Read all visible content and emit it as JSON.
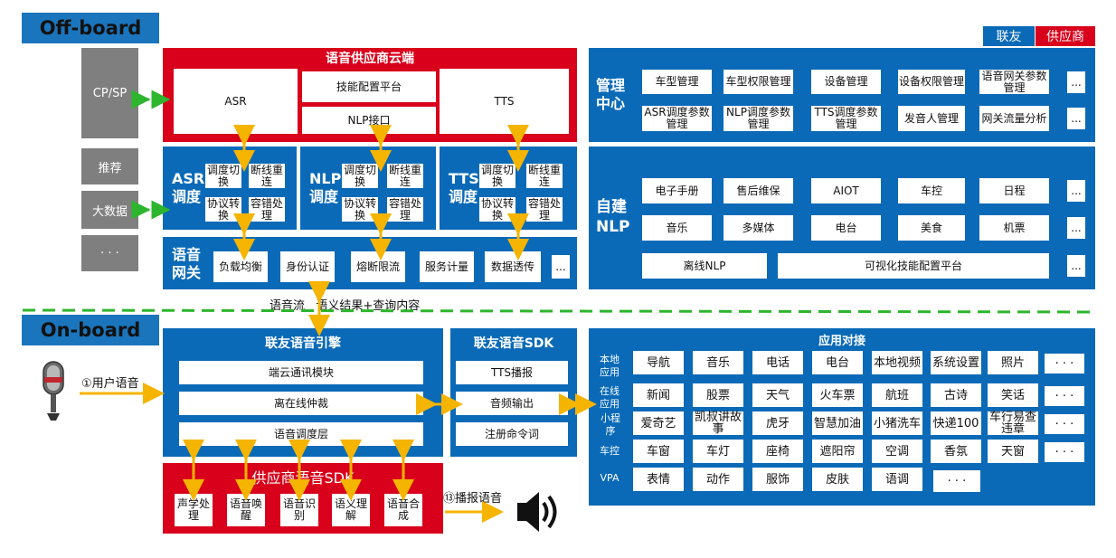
{
  "tags": {
    "offboard": "Off-board",
    "onboard": "On-board"
  },
  "legend": {
    "lianyou": "联友",
    "supplier": "供应商"
  },
  "left": {
    "cpsp": "CP/SP",
    "tuijian": "推荐",
    "dashuju": "大数据",
    "more": "· · ·"
  },
  "cloud": {
    "title": "语音供应商云端",
    "asr": "ASR",
    "skill": "技能配置平台",
    "nlpif": "NLP接口",
    "tts": "TTS"
  },
  "sched": {
    "asr": "ASR调度",
    "nlp": "NLP调度",
    "tts": "TTS调度",
    "a": "调度切换",
    "b": "断线重连",
    "c": "协议转换",
    "d": "容错处理"
  },
  "gateway": {
    "title": "语音网关",
    "items": [
      "负载均衡",
      "身份认证",
      "熔断限流",
      "服务计量",
      "数据透传",
      "..."
    ]
  },
  "mgmt": {
    "title": "管理中心",
    "row1": [
      "车型管理",
      "车型权限管理",
      "设备管理",
      "设备权限管理",
      "语音网关参数管理",
      "..."
    ],
    "row2": [
      "ASR调度参数管理",
      "NLP调度参数管理",
      "TTS调度参数管理",
      "发音人管理",
      "网关流量分析",
      "..."
    ]
  },
  "selfnlp": {
    "title": "自建NLP",
    "row1": [
      "电子手册",
      "售后维保",
      "AIOT",
      "车控",
      "日程",
      "..."
    ],
    "row2": [
      "音乐",
      "多媒体",
      "电台",
      "美食",
      "机票",
      "..."
    ],
    "row3": [
      "离线NLP",
      "可视化技能配置平台",
      "..."
    ]
  },
  "flow": {
    "text": "语音流   语义结果+查询内容"
  },
  "engine": {
    "title": "联友语音引擎",
    "items": [
      "端云通讯模块",
      "离在线仲裁",
      "语音调度层"
    ]
  },
  "sdk": {
    "title": "联友语音SDK",
    "items": [
      "TTS播报",
      "音频输出",
      "注册命令词"
    ]
  },
  "user": {
    "label": "①用户语音"
  },
  "supsdk": {
    "title": "供应商语音SDK",
    "items": [
      "声学处理",
      "语音唤醒",
      "语音识别",
      "语义理解",
      "语音合成"
    ]
  },
  "play": {
    "label": "⑬播报语音"
  },
  "apps": {
    "title": "应用对接",
    "rows": [
      {
        "label": "本地应用",
        "items": [
          "导航",
          "音乐",
          "电话",
          "电台",
          "本地视频",
          "系统设置",
          "照片",
          "· · ·"
        ]
      },
      {
        "label": "在线应用",
        "items": [
          "新闻",
          "股票",
          "天气",
          "火车票",
          "航班",
          "古诗",
          "笑话",
          "· · ·"
        ]
      },
      {
        "label": "小程序",
        "items": [
          "爱奇艺",
          "凯叔讲故事",
          "虎牙",
          "智慧加油",
          "小猪洗车",
          "快递100",
          "车行易查违章",
          "· · ·"
        ]
      },
      {
        "label": "车控",
        "items": [
          "车窗",
          "车灯",
          "座椅",
          "遮阳帘",
          "空调",
          "香氛",
          "天窗",
          "· · ·"
        ]
      },
      {
        "label": "VPA",
        "items": [
          "表情",
          "动作",
          "服饰",
          "皮肤",
          "语调",
          "· · ·"
        ]
      }
    ]
  },
  "colors": {
    "blue": "#0a6ab7",
    "red": "#d9001b",
    "gray": "#7f7f7f",
    "arrow": "#f5b400",
    "green": "#2db52d"
  }
}
